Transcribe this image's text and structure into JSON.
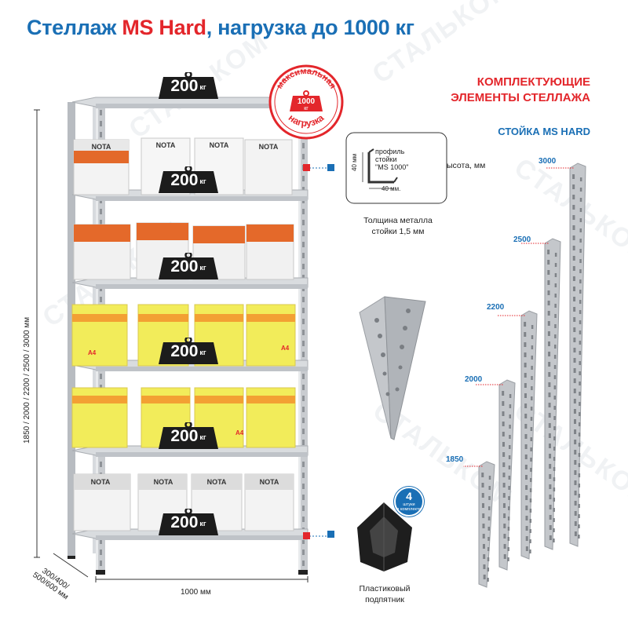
{
  "title": {
    "main": "Стеллаж ",
    "accent": "MS Hard",
    "rest": ", нагрузка до 1000 кг"
  },
  "components_heading": {
    "line1": "КОМПЛЕКТУЮЩИЕ",
    "line2": "ЭЛЕМЕНТЫ СТЕЛЛАЖА"
  },
  "upright_heading": "СТОЙКА MS HARD",
  "height_label": "Высота, мм",
  "shelf_weights": [
    {
      "value": "200",
      "unit": "кг"
    },
    {
      "value": "200",
      "unit": "кг"
    },
    {
      "value": "200",
      "unit": "кг"
    },
    {
      "value": "200",
      "unit": "кг"
    },
    {
      "value": "200",
      "unit": "кг"
    },
    {
      "value": "200",
      "unit": "кг"
    }
  ],
  "max_load_seal": {
    "top": "максимальная",
    "value": "1000",
    "unit": "кг",
    "bottom": "нагрузка"
  },
  "box_brand": "NOTA",
  "box_paper_size": "A4",
  "dimensions": {
    "height": "1850 / 2000 / 2200 / 2500 / 3000 мм",
    "width": "1000 мм",
    "depth_line1": "300/400/",
    "depth_line2": "500/600 мм"
  },
  "profile": {
    "line1": "профиль",
    "line2": "стойки",
    "line3": "\"MS 1000\"",
    "width": "40 мм.",
    "height": "40 мм"
  },
  "thickness_label": {
    "line1": "Толщина металла",
    "line2": "стойки 1,5 мм"
  },
  "foot_label": {
    "line1": "Пластиковый",
    "line2": "подпятник"
  },
  "foot_badge": {
    "count": "4",
    "text1": "штуки",
    "text2": "в комплекте"
  },
  "upright_heights": [
    "1850",
    "2000",
    "2200",
    "2500",
    "3000"
  ],
  "watermark": "СТАЛЬКОМ",
  "colors": {
    "blue": "#1a6fb5",
    "red": "#e3262b",
    "frame": "#c9ccd0",
    "dark": "#1c1c1c"
  }
}
